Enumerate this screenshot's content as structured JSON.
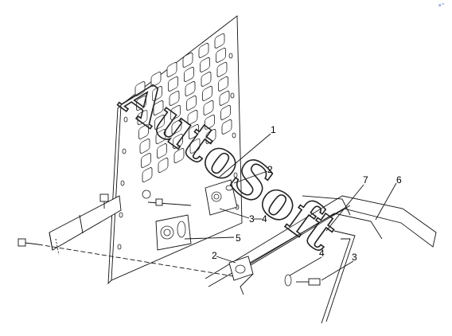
{
  "watermark": {
    "text": "AutoSoft"
  },
  "corner_mark": {
    "text": "a™"
  },
  "callouts": [
    {
      "id": "c1",
      "label": "1"
    },
    {
      "id": "c2a",
      "label": "2"
    },
    {
      "id": "c3a",
      "label": "3"
    },
    {
      "id": "c4a",
      "label": "4"
    },
    {
      "id": "c5",
      "label": "5"
    },
    {
      "id": "c7",
      "label": "7"
    },
    {
      "id": "c6",
      "label": "6"
    },
    {
      "id": "c2b",
      "label": "2"
    },
    {
      "id": "c4b",
      "label": "4"
    },
    {
      "id": "c3b",
      "label": "3"
    }
  ]
}
